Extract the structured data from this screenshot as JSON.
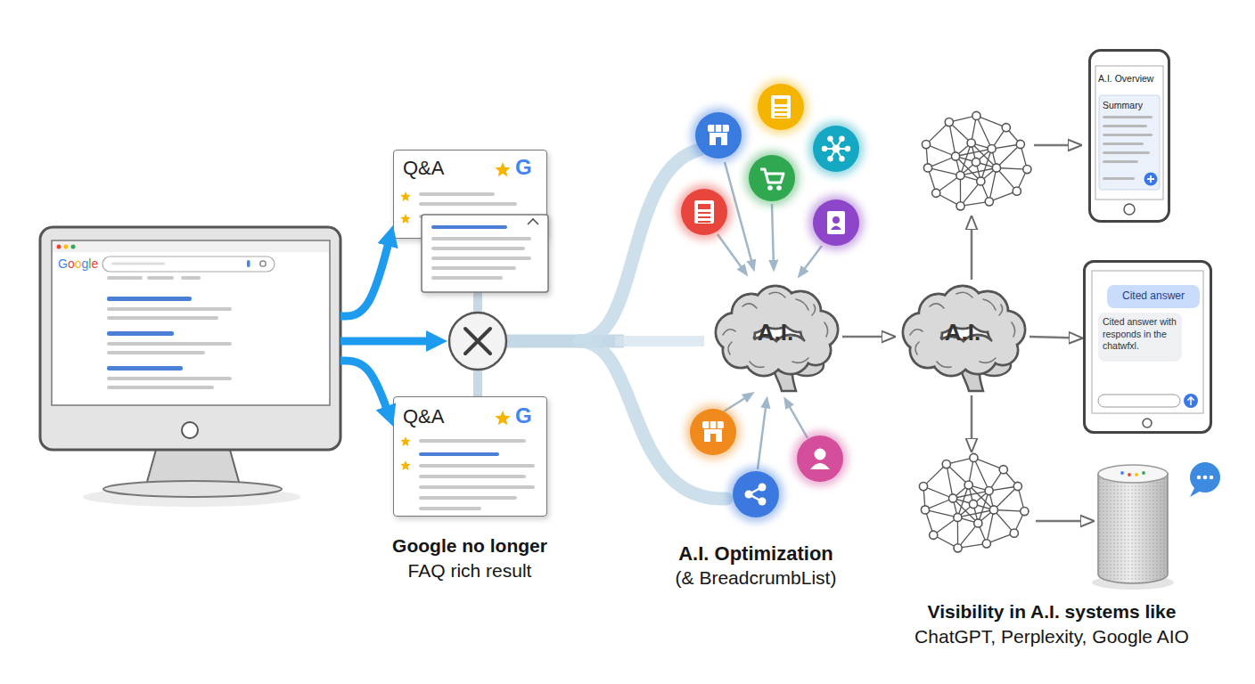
{
  "diagram": {
    "nodes": [
      {
        "text": [
          "Google"
        ]
      },
      {
        "text": [
          "Q&A",
          "G"
        ]
      },
      {
        "text": [
          "Q&A",
          "G"
        ]
      },
      {
        "text": [
          "A.I."
        ]
      },
      {
        "text": [
          "A.I."
        ]
      },
      {
        "text": [
          "A.I. Overview",
          "Summary"
        ]
      },
      {
        "text": [
          "Cited answer",
          "Cited answer with responds in the chatwfxl."
        ]
      }
    ],
    "edges": [
      {
        "from": 0,
        "to": 1,
        "arrow": "to"
      },
      {
        "from": 0,
        "to": 2,
        "arrow": "to"
      },
      {
        "from": 3,
        "to": 4,
        "arrow": "to"
      },
      {
        "from": 4,
        "to": 6,
        "arrow": "to"
      }
    ],
    "labels": [
      "Google no longer",
      "FAQ rich result",
      "A.I. Optimization",
      "(& BreadcrumbList)",
      "Visibility in A.I. systems like",
      "ChatGPT, Perplexity, Google AIO"
    ]
  }
}
